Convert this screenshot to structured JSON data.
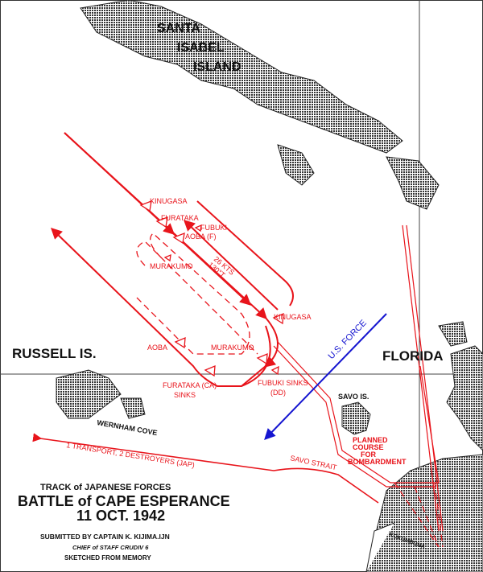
{
  "places": {
    "santa_isabel_1": "SANTA",
    "santa_isabel_2": "ISABEL",
    "santa_isabel_3": "ISLAND",
    "russell": "RUSSELL IS.",
    "florida": "FLORIDA",
    "savo": "SAVO IS.",
    "wernham": "WERNHAM COVE",
    "savo_strait": "SAVO STRAIT",
    "kokumbona": "KOKUMBONA"
  },
  "ships": {
    "kinugasa_1": "KINUGASA",
    "furataka_1": "FURATAKA",
    "fubuki_1": "FUBUKI",
    "aoba_f": "AOBA (F)",
    "murakumo_1": "MURAKUMO",
    "speed_1": "26 KTS",
    "speed_2": "130°T",
    "kinugasa_2": "KINUGASA",
    "aoba_2": "AOBA",
    "murakumo_2": "MURAKUMO",
    "furataka_sinks_1": "FURATAKA (CA)",
    "furataka_sinks_2": "SINKS",
    "fubuki_sinks_1": "FUBUKI SINKS",
    "fubuki_sinks_2": "(DD)"
  },
  "annotations": {
    "us_force": "U.S. FORCE",
    "transport": "1 TRANSPORT, 2 DESTROYERS (JAP)",
    "planned_1": "PLANNED",
    "planned_2": "COURSE",
    "planned_3": "FOR",
    "planned_4": "BOMBARDMENT"
  },
  "title_block": {
    "line1": "TRACK of JAPANESE FORCES",
    "line2": "BATTLE of CAPE ESPERANCE",
    "line3": "11 OCT. 1942",
    "submitted": "SUBMITTED BY CAPTAIN K. KIJIMA.IJN",
    "chief": "CHIEF of STAFF    CRUDIV 6",
    "sketched": "SKETCHED FROM MEMORY"
  },
  "colors": {
    "japanese_track": "#e8141b",
    "us_track": "#1515d0",
    "land": "#333333"
  }
}
